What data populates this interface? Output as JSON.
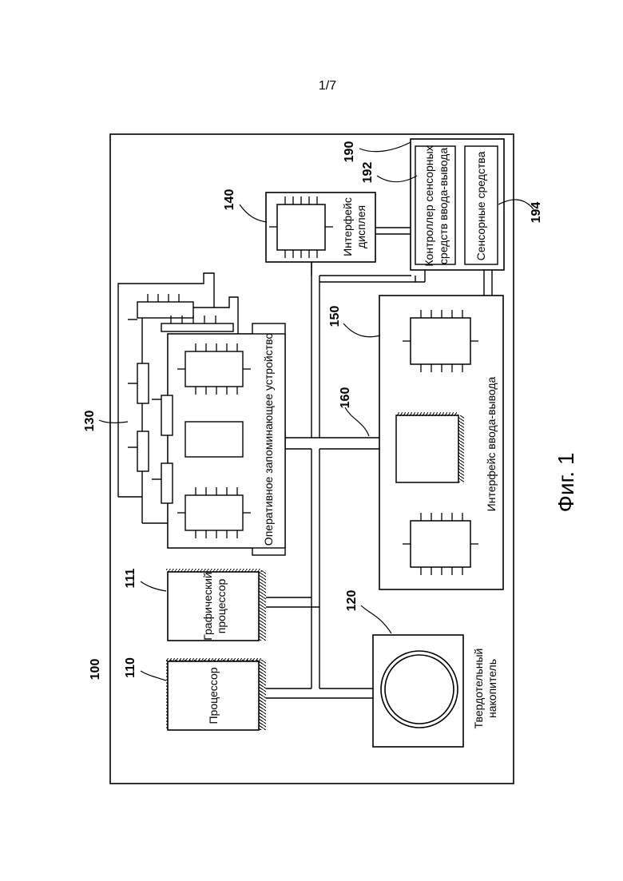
{
  "page_number": "1/7",
  "figure_caption": "Фиг. 1",
  "refs": {
    "system": "100",
    "cpu": "110",
    "gpu": "111",
    "ssd": "120",
    "ram": "130",
    "display": "140",
    "io": "150",
    "bus": "160",
    "touch_unit": "190",
    "touch_controller": "192",
    "touch_sensors": "194"
  },
  "labels": {
    "cpu": "Процессор",
    "gpu_line1": "Графический",
    "gpu_line2": "процессор",
    "ram": "Оперативное запоминающее устройство",
    "ssd_line1": "Твердотельный",
    "ssd_line2": "накопитель",
    "io": "Интерфейс ввода-вывода",
    "display_line1": "Интерфейс",
    "display_line2": "дисплея",
    "touch_ctrl_line1": "Контроллер сенсорных",
    "touch_ctrl_line2": "средств ввода-вывода",
    "touch_sensors": "Сенсорные средства"
  }
}
